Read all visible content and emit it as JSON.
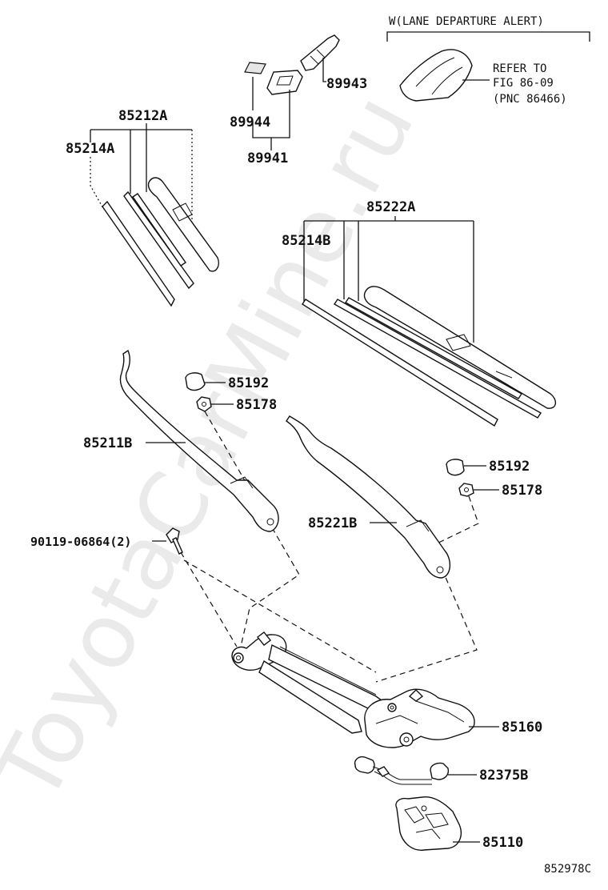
{
  "watermark": "ToyotaCarMine.ru",
  "header": {
    "variant": "W(LANE DEPARTURE ALERT)",
    "refer_line1": "REFER TO",
    "refer_line2": "FIG 86-09",
    "refer_line3": "(PNC 86466)"
  },
  "labels": {
    "p89943": "89943",
    "p89944": "89944",
    "p89941": "89941",
    "p85212A": "85212A",
    "p85214A": "85214A",
    "p85222A": "85222A",
    "p85214B": "85214B",
    "p85192_left": "85192",
    "p85178_left": "85178",
    "p85211B": "85211B",
    "p85192_right": "85192",
    "p85178_right": "85178",
    "p85221B": "85221B",
    "p90119": "90119-06864(2)",
    "p85160": "85160",
    "p82375B": "82375B",
    "p85110": "85110"
  },
  "figure_number": "852978C"
}
